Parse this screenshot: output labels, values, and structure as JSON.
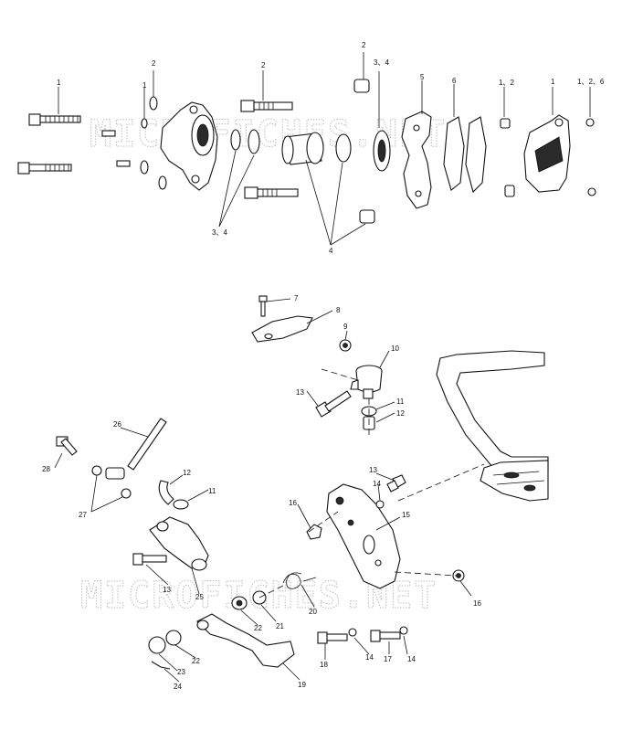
{
  "watermark": {
    "text": "MICROFICHES.NET",
    "color": "#bdbdbd"
  },
  "callouts": [
    {
      "id": "c1a",
      "text": "1"
    },
    {
      "id": "c2a",
      "text": "2"
    },
    {
      "id": "c1b",
      "text": "1"
    },
    {
      "id": "c2b",
      "text": "2"
    },
    {
      "id": "c2c",
      "text": "2"
    },
    {
      "id": "c34a",
      "text": "3、4"
    },
    {
      "id": "c5",
      "text": "5"
    },
    {
      "id": "c6",
      "text": "6"
    },
    {
      "id": "c12a",
      "text": "1、2"
    },
    {
      "id": "c1c",
      "text": "1"
    },
    {
      "id": "c126",
      "text": "1、2、6"
    },
    {
      "id": "c34b",
      "text": "3、4"
    },
    {
      "id": "c4",
      "text": "4"
    },
    {
      "id": "c7",
      "text": "7"
    },
    {
      "id": "c8",
      "text": "8"
    },
    {
      "id": "c9",
      "text": "9"
    },
    {
      "id": "c10",
      "text": "10"
    },
    {
      "id": "c13a",
      "text": "13"
    },
    {
      "id": "c11a",
      "text": "11"
    },
    {
      "id": "c12b",
      "text": "12"
    },
    {
      "id": "c26",
      "text": "26"
    },
    {
      "id": "c28",
      "text": "28"
    },
    {
      "id": "c12c",
      "text": "12"
    },
    {
      "id": "c11b",
      "text": "11"
    },
    {
      "id": "c27",
      "text": "27"
    },
    {
      "id": "c13b",
      "text": "13"
    },
    {
      "id": "c14a",
      "text": "14"
    },
    {
      "id": "c16a",
      "text": "16"
    },
    {
      "id": "c15",
      "text": "15"
    },
    {
      "id": "c13c",
      "text": "13"
    },
    {
      "id": "c25",
      "text": "25"
    },
    {
      "id": "c20",
      "text": "20"
    },
    {
      "id": "c16b",
      "text": "16"
    },
    {
      "id": "c21",
      "text": "21"
    },
    {
      "id": "c22a",
      "text": "22"
    },
    {
      "id": "c18",
      "text": "18"
    },
    {
      "id": "c14b",
      "text": "14"
    },
    {
      "id": "c17",
      "text": "17"
    },
    {
      "id": "c14c",
      "text": "14"
    },
    {
      "id": "c22b",
      "text": "22"
    },
    {
      "id": "c23",
      "text": "23"
    },
    {
      "id": "c24",
      "text": "24"
    },
    {
      "id": "c19",
      "text": "19"
    }
  ]
}
